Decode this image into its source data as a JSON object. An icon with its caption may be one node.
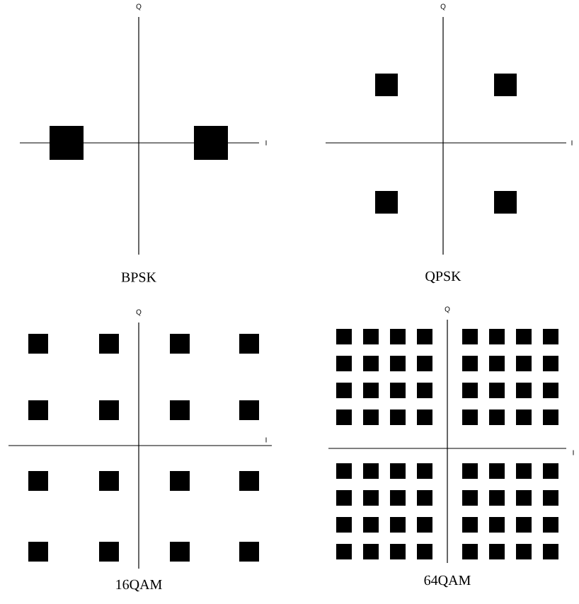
{
  "diagram": {
    "labels": [
      "Q",
      "I",
      "BPSK",
      "Q",
      "I",
      "QPSK",
      "Q",
      "I",
      "16QAM",
      "Q",
      "I",
      "64QAM"
    ]
  }
}
